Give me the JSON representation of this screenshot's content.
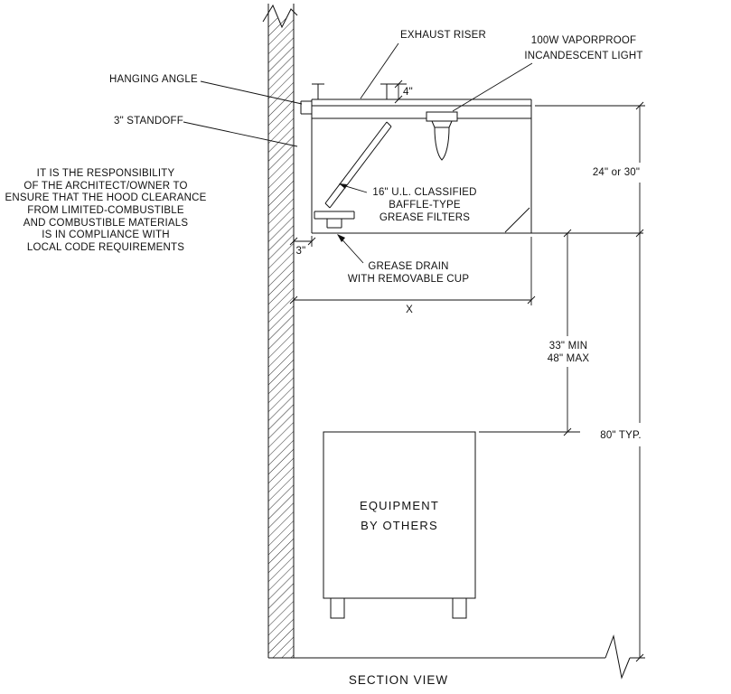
{
  "drawing": {
    "title": "SECTION VIEW",
    "ink_color": "#111111",
    "background_color": "#ffffff",
    "callouts": {
      "exhaust_riser": "EXHAUST RISER",
      "light": {
        "line1": "100W VAPORPROOF",
        "line2": "INCANDESCENT LIGHT"
      },
      "hanging_angle": "HANGING ANGLE",
      "standoff": "3\" STANDOFF",
      "filters": {
        "line1": "16\" U.L. CLASSIFIED",
        "line2": "BAFFLE-TYPE",
        "line3": "GREASE FILTERS"
      },
      "drain": {
        "line1": "GREASE DRAIN",
        "line2": "WITH REMOVABLE CUP"
      },
      "equipment": {
        "line1": "EQUIPMENT",
        "line2": "BY OTHERS"
      }
    },
    "disclaimer": {
      "lines": [
        "IT IS THE RESPONSIBILITY",
        "OF THE ARCHITECT/OWNER TO",
        "ENSURE THAT THE HOOD CLEARANCE",
        "FROM LIMITED-COMBUSTIBLE",
        "AND COMBUSTIBLE MATERIALS",
        "IS IN COMPLIANCE WITH",
        "LOCAL CODE REQUIREMENTS"
      ]
    },
    "dimensions": {
      "riser": "4\"",
      "standoff": "3\"",
      "hood_width": "X",
      "hood_height": "24\" or 30\"",
      "clearance_min": "33\" MIN",
      "clearance_max": "48\" MAX",
      "floor_to_top": "80\" TYP."
    }
  }
}
